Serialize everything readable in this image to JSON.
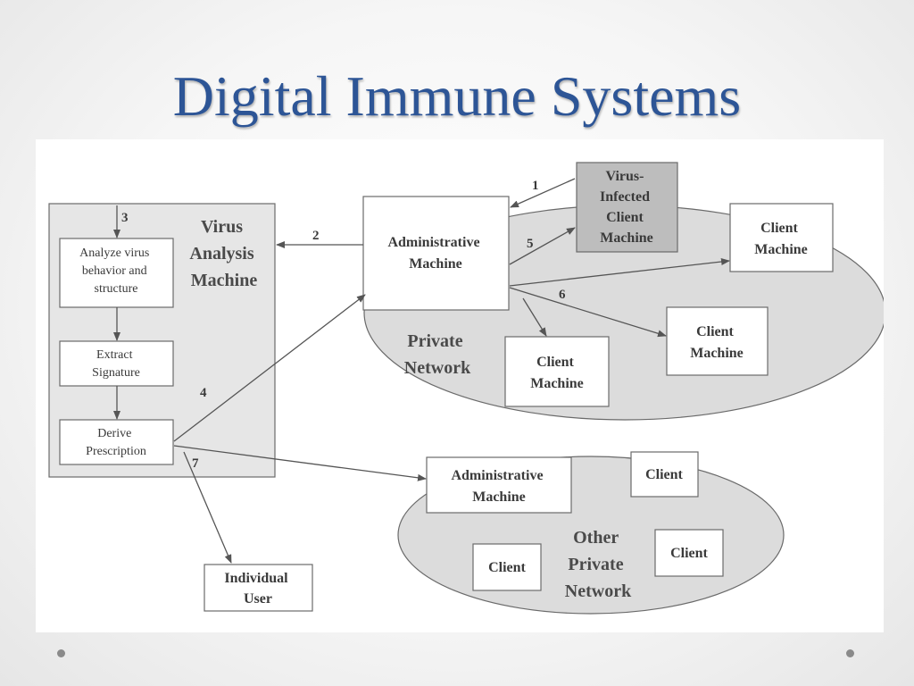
{
  "slide": {
    "title": "Digital Immune Systems"
  },
  "diagram": {
    "virus_analysis_machine": {
      "lines": [
        "Virus",
        "Analysis",
        "Machine"
      ]
    },
    "analyze_box": {
      "lines": [
        "Analyze virus",
        "behavior and",
        "structure"
      ]
    },
    "extract_box": {
      "lines": [
        "Extract",
        "Signature"
      ]
    },
    "derive_box": {
      "lines": [
        "Derive",
        "Prescription"
      ]
    },
    "admin_machine": {
      "lines": [
        "Administrative",
        "Machine"
      ]
    },
    "infected_client": {
      "lines": [
        "Virus-",
        "Infected",
        "Client",
        "Machine"
      ]
    },
    "client_right": {
      "lines": [
        "Client",
        "Machine"
      ]
    },
    "client_mid_right": {
      "lines": [
        "Client",
        "Machine"
      ]
    },
    "client_center": {
      "lines": [
        "Client",
        "Machine"
      ]
    },
    "private_network": {
      "lines": [
        "Private",
        "Network"
      ]
    },
    "other_admin_machine": {
      "lines": [
        "Administrative",
        "Machine"
      ]
    },
    "other_client_top": {
      "label": "Client"
    },
    "other_client_left": {
      "label": "Client"
    },
    "other_client_right": {
      "label": "Client"
    },
    "other_private_network": {
      "lines": [
        "Other",
        "Private",
        "Network"
      ]
    },
    "individual_user": {
      "lines": [
        "Individual",
        "User"
      ]
    },
    "step_labels": {
      "s1": "1",
      "s2": "2",
      "s3": "3",
      "s4": "4",
      "s5": "5",
      "s6": "6",
      "s7": "7"
    },
    "colors": {
      "title": "#2d5596",
      "ellipse_fill": "#dcdcdc",
      "infected_fill": "#bdbdbd",
      "box_stroke": "#6a6a6a",
      "arrow": "#555555"
    }
  }
}
